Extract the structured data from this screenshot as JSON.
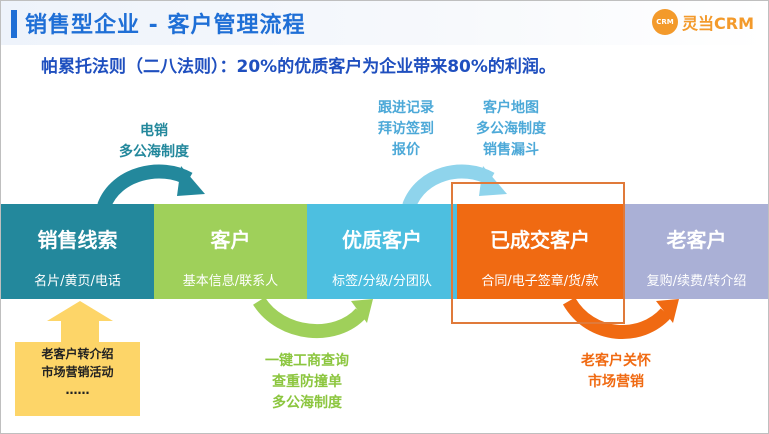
{
  "header": {
    "title": "销售型企业 - 客户管理流程",
    "logo_mark": "CRM",
    "logo_text": "灵当CRM"
  },
  "subtitle": "帕累托法则（二八法则）：20%的优质客户为企业带来80%的利润。",
  "stages": [
    {
      "name": "销售线索",
      "detail": "名片/黄页/电话",
      "color": "#23889c"
    },
    {
      "name": "客户",
      "detail": "基本信息/联系人",
      "color": "#9fd05a"
    },
    {
      "name": "优质客户",
      "detail": "标签/分级/分团队",
      "color": "#4dbfe0"
    },
    {
      "name": "已成交客户",
      "detail": "合同/电子签章/货/款",
      "color": "#f06a12"
    },
    {
      "name": "老客户",
      "detail": "复购/续费/转介绍",
      "color": "#aab0d6"
    }
  ],
  "notes": {
    "to_customer": [
      "电销",
      "多公海制度"
    ],
    "follow_up": [
      "跟进记录",
      "拜访签到",
      "报价"
    ],
    "map": [
      "客户地图",
      "多公海制度",
      "销售漏斗"
    ],
    "business": [
      "一键工商查询",
      "查重防撞单",
      "多公海制度"
    ],
    "old_customer": [
      "老客户关怀",
      "市场营销"
    ]
  },
  "sources": [
    "老客户转介绍",
    "市场营销活动",
    "……"
  ],
  "colors": {
    "accent": "#1f6fd6",
    "teal": "#23889c",
    "green": "#8cc63f",
    "blue": "#4da9d8",
    "orange": "#f06a12",
    "yellow": "#fdd568"
  }
}
